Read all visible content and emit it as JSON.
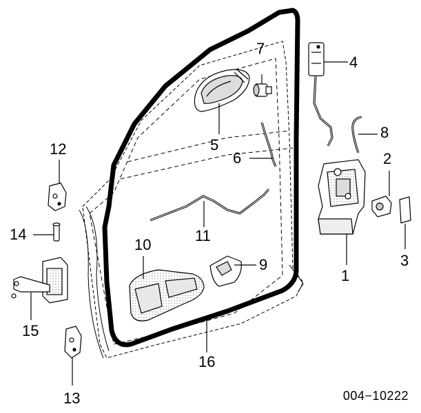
{
  "callouts": [
    "1",
    "2",
    "3",
    "4",
    "5",
    "6",
    "7",
    "8",
    "9",
    "10",
    "11",
    "12",
    "13",
    "14",
    "15",
    "16"
  ],
  "diagram_code": "004−10222",
  "colors": {
    "ink": "#000000",
    "paper": "#ffffff",
    "shade": "#cfcfcf"
  }
}
